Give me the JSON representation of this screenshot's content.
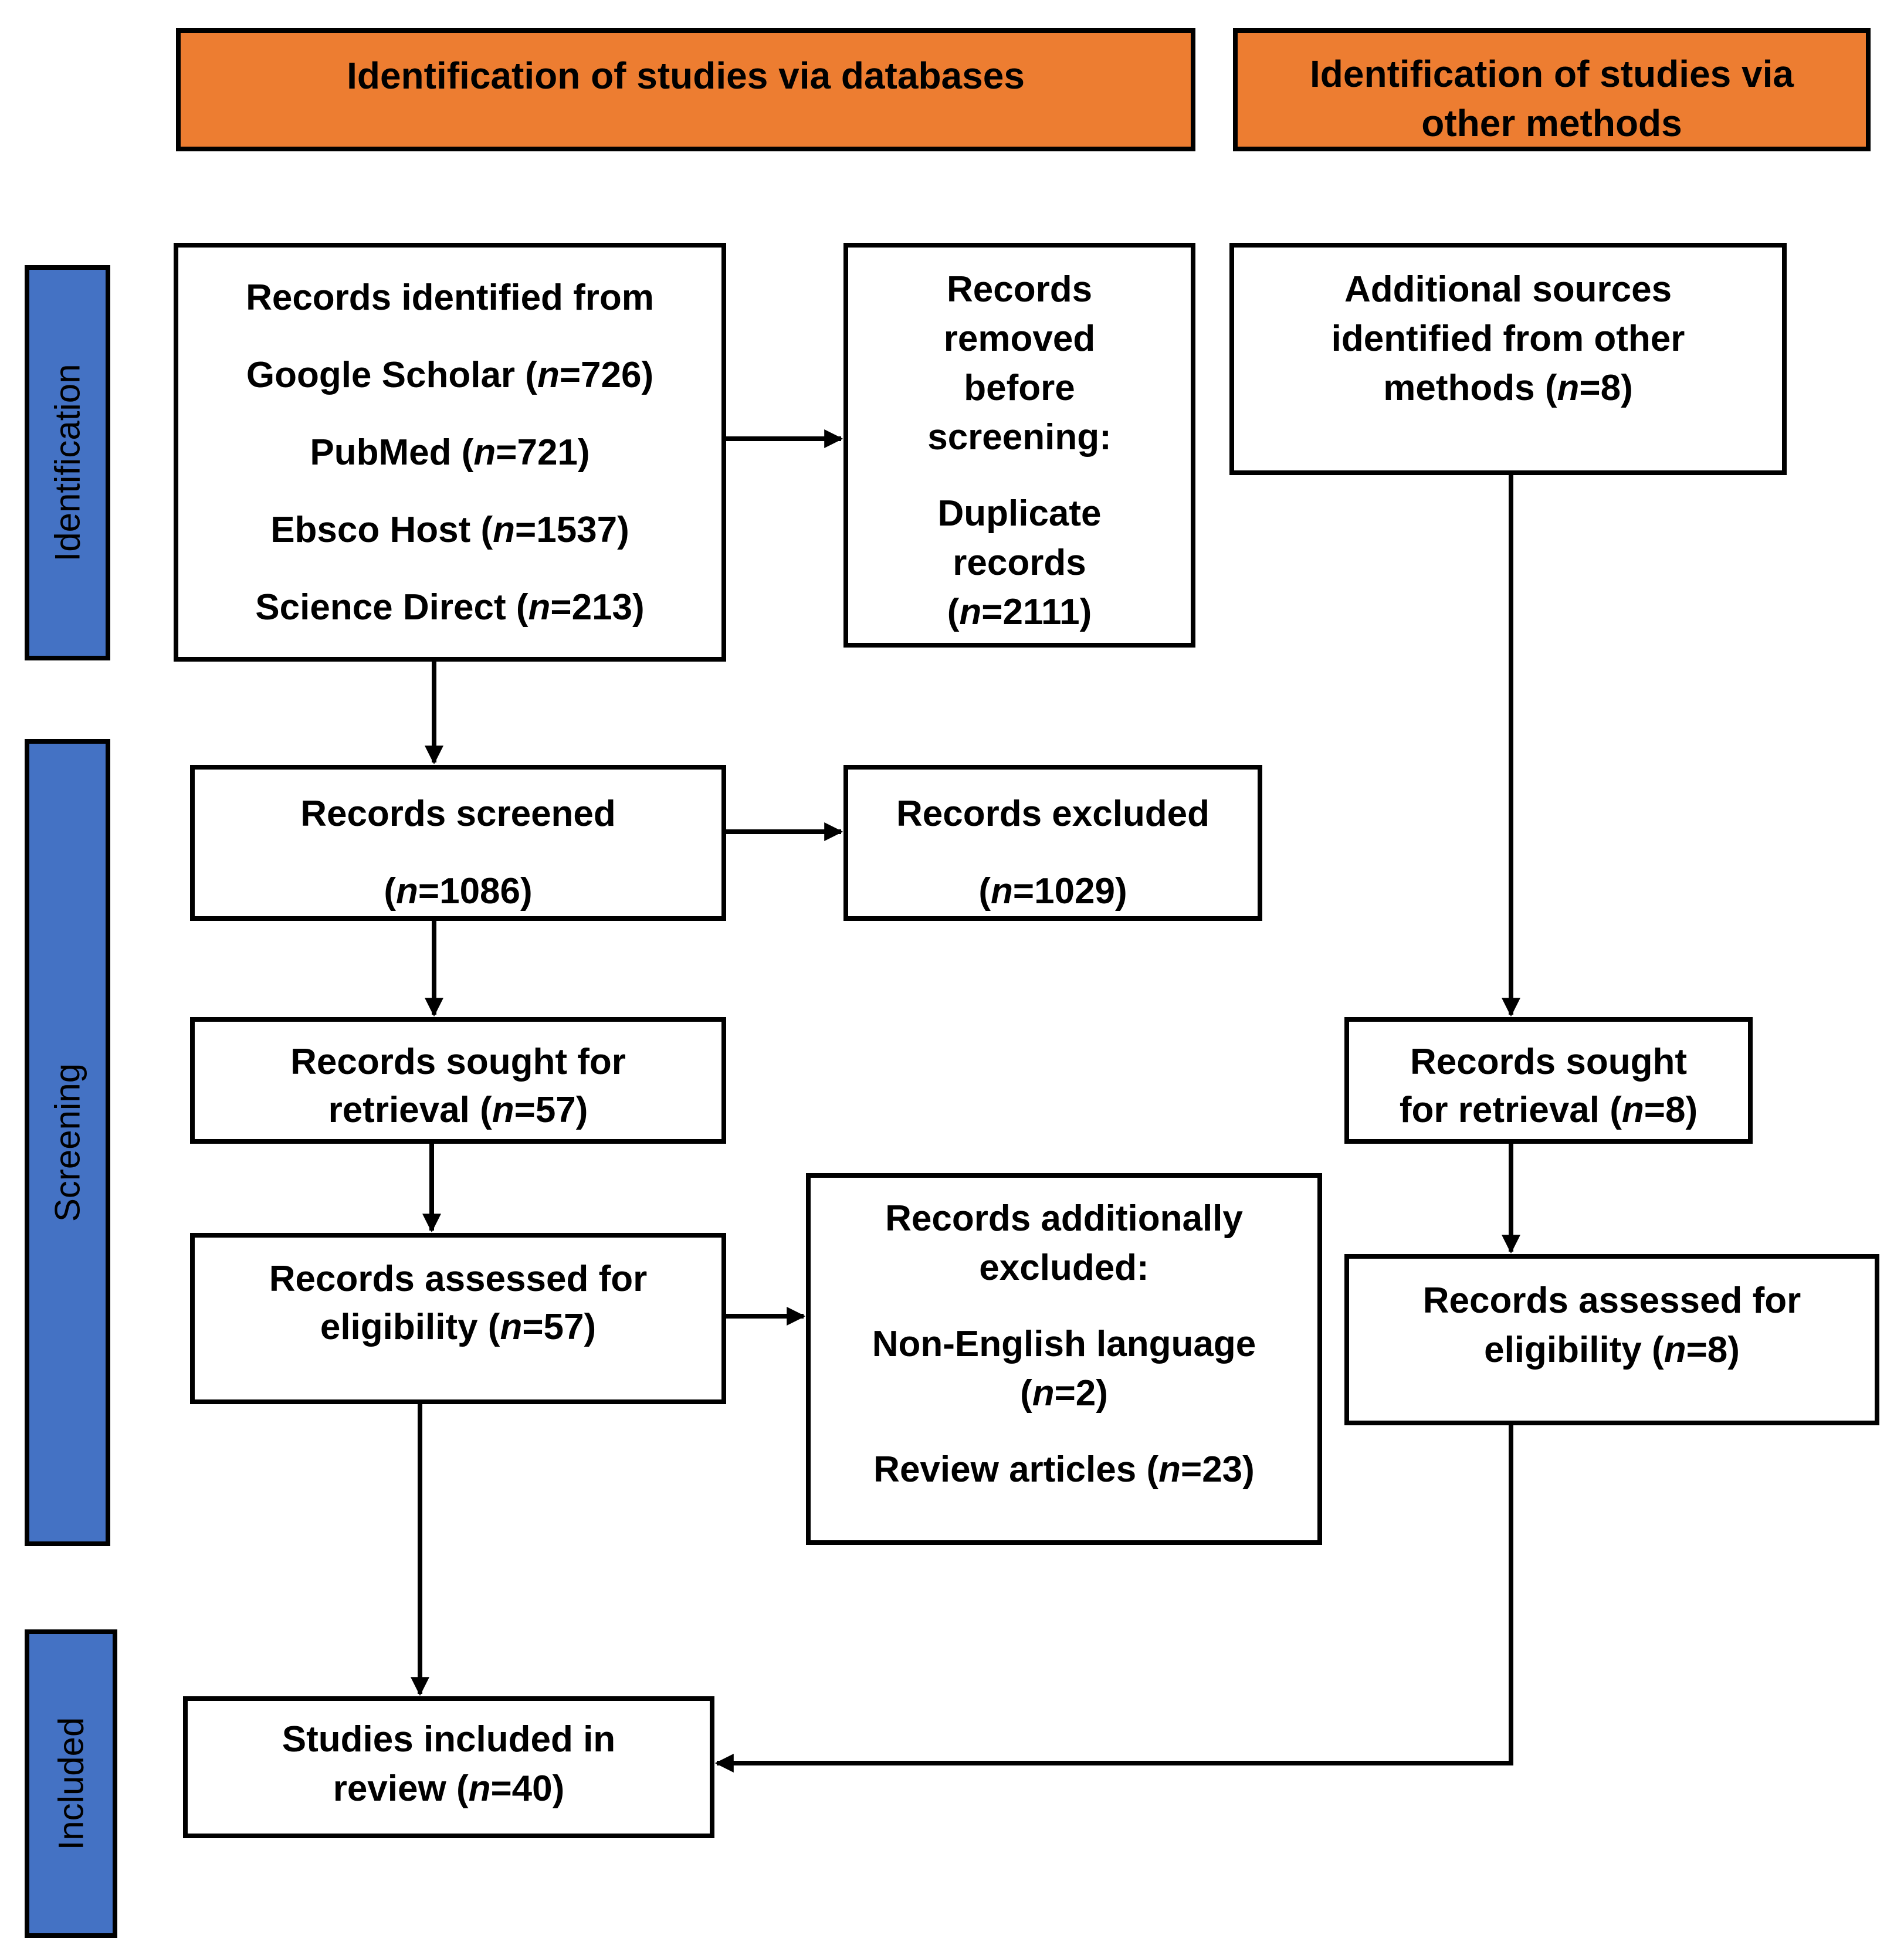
{
  "colors": {
    "header_fill": "#ED7D31",
    "phase_fill": "#4472C4",
    "box_border": "#000000"
  },
  "headers": {
    "databases": [
      "Identification of studies via databases"
    ],
    "other_methods": [
      "Identification of studies via",
      "other methods"
    ]
  },
  "phases": {
    "identification": "Identification",
    "screening": "Screening",
    "included": "Included"
  },
  "boxes": {
    "records_identified": [
      "Records identified from",
      "Google Scholar (n=726)",
      "PubMed (n=721)",
      "Ebsco Host (n=1537)",
      "Science Direct (n=213)"
    ],
    "records_removed": [
      "Records",
      "removed",
      "before",
      "screening:",
      "Duplicate",
      "records",
      "(n=2111)"
    ],
    "additional_sources": [
      "Additional sources",
      "identified from other",
      "methods (n=8)"
    ],
    "records_screened": [
      "Records screened",
      "(n=1086)"
    ],
    "records_excluded": [
      "Records excluded",
      "(n=1029)"
    ],
    "sought_retrieval_db": [
      "Records sought for",
      "retrieval (n=57)"
    ],
    "sought_retrieval_other": [
      "Records sought",
      "for retrieval (n=8)"
    ],
    "assessed_db": [
      "Records assessed for",
      "eligibility (n=57)"
    ],
    "additionally_excluded": [
      "Records additionally",
      "excluded:",
      "Non-English language",
      "(n=2)",
      "Review articles (n=23)"
    ],
    "assessed_other": [
      "Records assessed for",
      "eligibility (n=8)"
    ],
    "studies_included": [
      "Studies included in",
      "review (n=40)"
    ]
  }
}
